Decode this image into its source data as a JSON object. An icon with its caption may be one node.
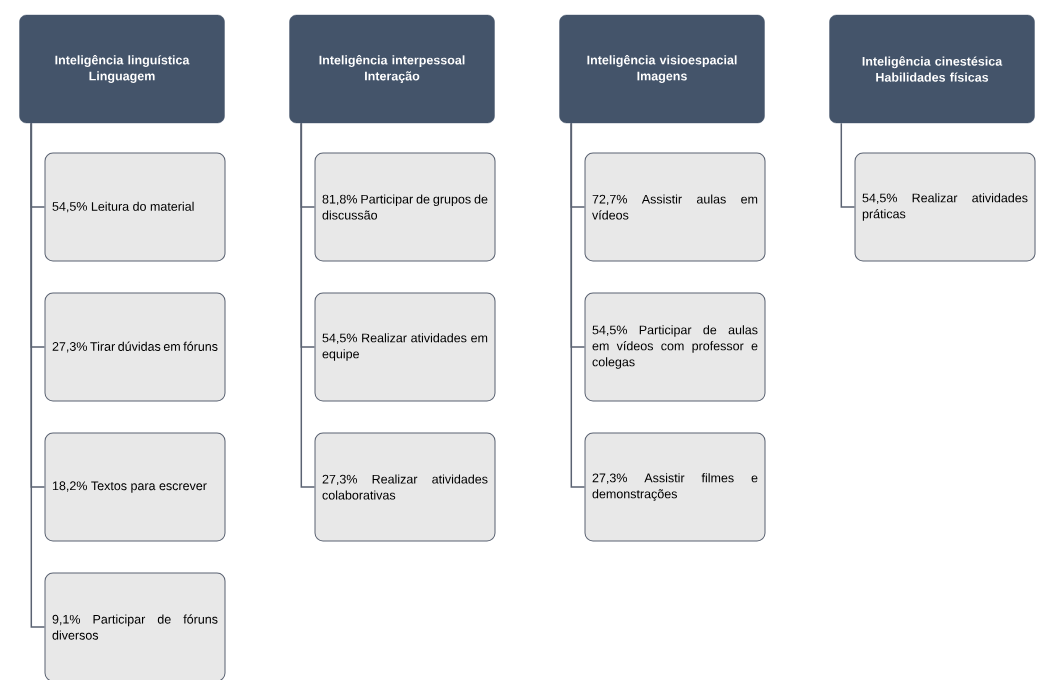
{
  "diagram": {
    "nodes": [
      {
        "text": [
          "Inteligência linguística",
          "Linguagem"
        ]
      },
      {
        "text": [
          "54,5% Leitura do material"
        ]
      },
      {
        "text": [
          "27,3% Tirar dúvidas em fóruns"
        ]
      },
      {
        "text": [
          "18,2% Textos para escrever"
        ]
      },
      {
        "text": [
          "9,1% Participar de fóruns diversos"
        ]
      },
      {
        "text": [
          "Inteligência interpessoal",
          "Interação"
        ]
      },
      {
        "text": [
          "81,8% Participar de grupos de discussão"
        ]
      },
      {
        "text": [
          "54,5% Realizar atividades em equipe"
        ]
      },
      {
        "text": [
          "27,3% Realizar atividades colaborativas"
        ]
      },
      {
        "text": [
          "Inteligência visioespacial",
          "Imagens"
        ]
      },
      {
        "text": [
          "72,7% Assistir aulas em vídeos"
        ]
      },
      {
        "text": [
          "54,5% Participar de aulas em vídeos com professor e colegas"
        ]
      },
      {
        "text": [
          "27,3% Assistir filmes e demonstrações"
        ]
      },
      {
        "text": [
          "Inteligência cinestésica",
          "Habilidades físicas"
        ]
      },
      {
        "text": [
          "54,5% Realizar atividades práticas"
        ]
      }
    ],
    "edges": [
      {
        "from": 0,
        "to": 1,
        "arrow": "none"
      },
      {
        "from": 0,
        "to": 2,
        "arrow": "none"
      },
      {
        "from": 0,
        "to": 3,
        "arrow": "none"
      },
      {
        "from": 0,
        "to": 4,
        "arrow": "none"
      },
      {
        "from": 5,
        "to": 6,
        "arrow": "none"
      },
      {
        "from": 5,
        "to": 7,
        "arrow": "none"
      },
      {
        "from": 5,
        "to": 8,
        "arrow": "none"
      },
      {
        "from": 9,
        "to": 10,
        "arrow": "none"
      },
      {
        "from": 9,
        "to": 11,
        "arrow": "none"
      },
      {
        "from": 9,
        "to": 12,
        "arrow": "none"
      },
      {
        "from": 13,
        "to": 14,
        "arrow": "none"
      }
    ]
  }
}
